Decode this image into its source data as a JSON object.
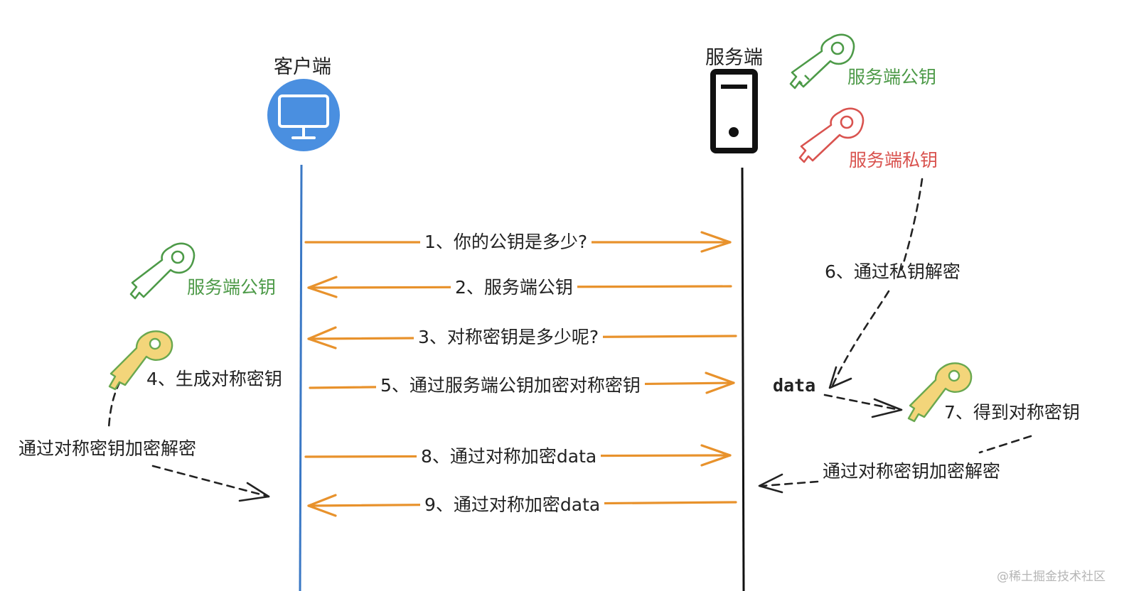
{
  "actors": {
    "client": {
      "label": "客户端",
      "icon": "monitor-icon"
    },
    "server": {
      "label": "服务端",
      "icon": "server-icon"
    }
  },
  "keys": {
    "server_public": {
      "label": "服务端公钥",
      "color": "#4d9a48",
      "icon": "key-icon"
    },
    "server_private": {
      "label": "服务端私钥",
      "color": "#d9534f",
      "icon": "key-icon"
    },
    "client_public": {
      "label": "服务端公钥",
      "color": "#4d9a48",
      "icon": "key-icon"
    },
    "symmetric": {
      "color": "#f3d57a",
      "outline": "#6aa84f",
      "icon": "key-icon"
    }
  },
  "messages": [
    {
      "label": "1、你的公钥是多少?",
      "direction": "to-server"
    },
    {
      "label": "2、服务端公钥",
      "direction": "to-client"
    },
    {
      "label": "3、对称密钥是多少呢?",
      "direction": "to-client"
    },
    {
      "label": "5、通过服务端公钥加密对称密钥",
      "direction": "to-server"
    },
    {
      "label": "8、通过对称加密data",
      "direction": "to-server"
    },
    {
      "label": "9、通过对称加密data",
      "direction": "to-client"
    }
  ],
  "notes": {
    "generate_key": "4、生成对称密钥",
    "client_encrypt": "通过对称密钥加密解密",
    "decrypt_private": "6、通过私钥解密",
    "data": "data",
    "get_key": "7、得到对称密钥",
    "server_encrypt": "通过对称密钥加密解密"
  },
  "colors": {
    "arrow": "#e8922c",
    "client_line": "#3a78c5",
    "client_circle": "#4a8fe0",
    "server_line": "#111111",
    "dashed": "#222222"
  },
  "watermark": "@稀土掘金技术社区"
}
